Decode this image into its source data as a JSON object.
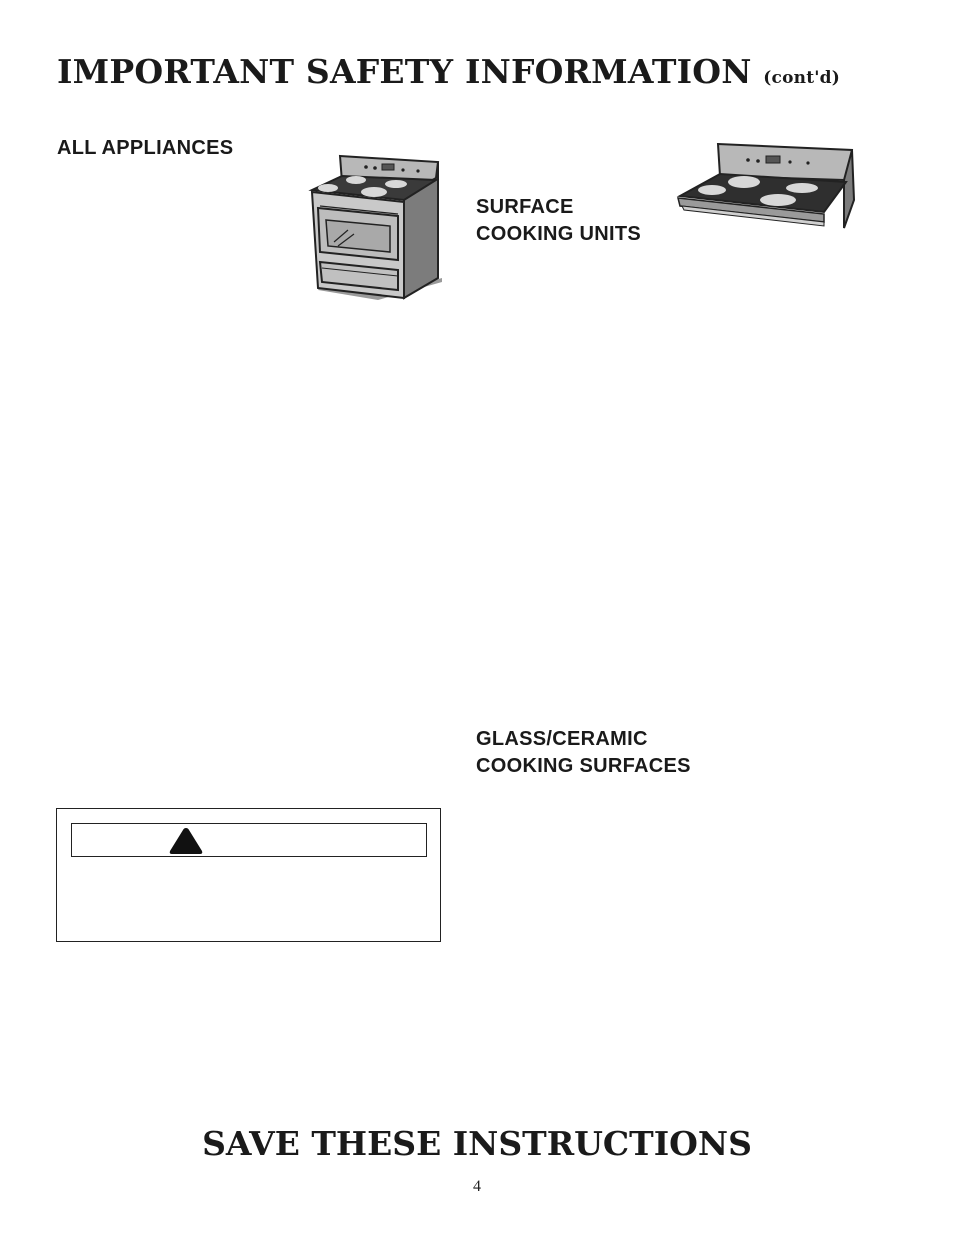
{
  "header": {
    "title": "IMPORTANT SAFETY INFORMATION",
    "subtitle": "(cont'd)"
  },
  "sections": {
    "all_appliances": {
      "heading": "ALL APPLIANCES"
    },
    "surface_units": {
      "heading_line1": "SURFACE",
      "heading_line2": "COOKING UNITS"
    },
    "glass_ceramic": {
      "heading_line1": "GLASS/CERAMIC",
      "heading_line2": "COOKING SURFACES"
    }
  },
  "warning_box": {
    "icon": "warning-triangle-icon"
  },
  "illustrations": {
    "range": "range-icon",
    "cooktop": "cooktop-icon"
  },
  "footer": {
    "text": "SAVE THESE INSTRUCTIONS",
    "page_number": "4"
  }
}
